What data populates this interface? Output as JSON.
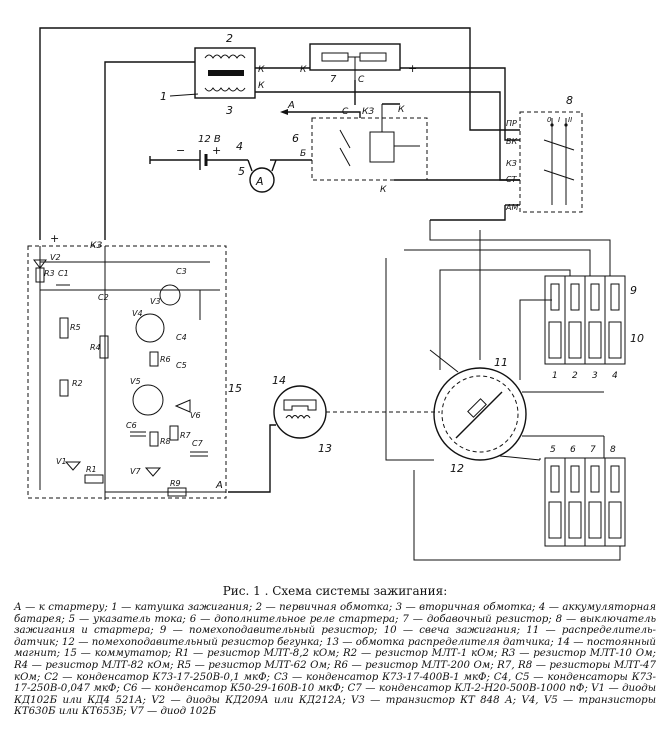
{
  "figure": {
    "title": "Рис. 1 . Схема системы зажигания:",
    "legend": "А — к стартеру; 1 — катушка зажигания; 2 — первичная обмотка; 3 — вторичная обмотка; 4 — аккумуляторная батарея; 5 — указатель тока; 6 — дополнительное реле стартера; 7 — добавочный резистор; 8 — выключатель зажигания и стартера; 9 — помехоподавительный резистор; 10 — свеча зажигания; 11 — распределитель-датчик; 12 — помехоподавительный резистор бегунка; 13 — обмотка распределителя датчика; 14 — постоянный магнит; 15 — коммутатор; R1 — резистор МЛТ-8,2 кОм; R2 — резистор МЛТ-1 кОм; R3 — резистор МЛТ-10 Ом; R4 — резистор МЛТ-82 кОм; R5 — резистор МЛТ-62 Ом; R6 — резистор МЛТ-200 Ом; R7, R8 — резисторы МЛТ-47 кОм; C2 — конденсатор К73-17-250В-0,1 мкФ; C3 — конденсатор К73-17-400В-1 мкФ; C4, C5 — конденсаторы К73-17-250В-0,047 мкФ; C6 — конденсатор К50-29-160В-10 мкФ; C7 — конденсатор КЛ-2-Н20-500В-1000 пФ; V1 — диоды КД102Б или КД4 521А; V2 — диоды КД209А или КД212А; V3 — транзистор КТ 848 А; V4, V5 — транзисторы КТ630Б или КТ653Б; V7 — диод 102Б"
  },
  "labels": {
    "n1": "1",
    "n2": "2",
    "n3": "3",
    "n4": "4",
    "n5": "5",
    "n6": "6",
    "n7": "7",
    "n8": "8",
    "n9": "9",
    "n10": "10",
    "n11": "11",
    "n12": "12",
    "n13": "13",
    "n14": "14",
    "n15": "15",
    "K_coil": "К",
    "K_coil2": "К",
    "K_res": "К",
    "C_res": "С",
    "plus_res": "+",
    "A_arrow": "А",
    "C_relay": "С",
    "K3_relay": "КЗ",
    "K_relay_top": "К",
    "K_relay_bot": "К",
    "B_relay": "Б",
    "bat": "12 В",
    "bat_minus": "−",
    "bat_plus": "+",
    "PR": "ПР",
    "VK": "ВК",
    "K3_sw": "КЗ",
    "ST": "СТ",
    "AM": "АМ",
    "sw0": "0",
    "swI": "I",
    "swII": "II",
    "K3_comm": "КЗ",
    "plus_comm": "+",
    "A_comm": "А",
    "ammeter": "А",
    "V2": "V2",
    "R3": "R3",
    "C1": "C1",
    "C2": "C2",
    "C3": "C3",
    "V3": "V3",
    "V4": "V4",
    "R5": "R5",
    "R4": "R4",
    "R6": "R6",
    "C4": "C4",
    "C5": "C5",
    "R2": "R2",
    "V5": "V5",
    "V6": "V6",
    "C6": "C6",
    "R8": "R8",
    "R7": "R7",
    "C7": "C7",
    "V7": "V7",
    "V1": "V1",
    "R1": "R1",
    "R9": "R9",
    "p1": "1",
    "p2": "2",
    "p3": "3",
    "p4": "4",
    "p5": "5",
    "p6": "6",
    "p7": "7",
    "p8": "8"
  }
}
